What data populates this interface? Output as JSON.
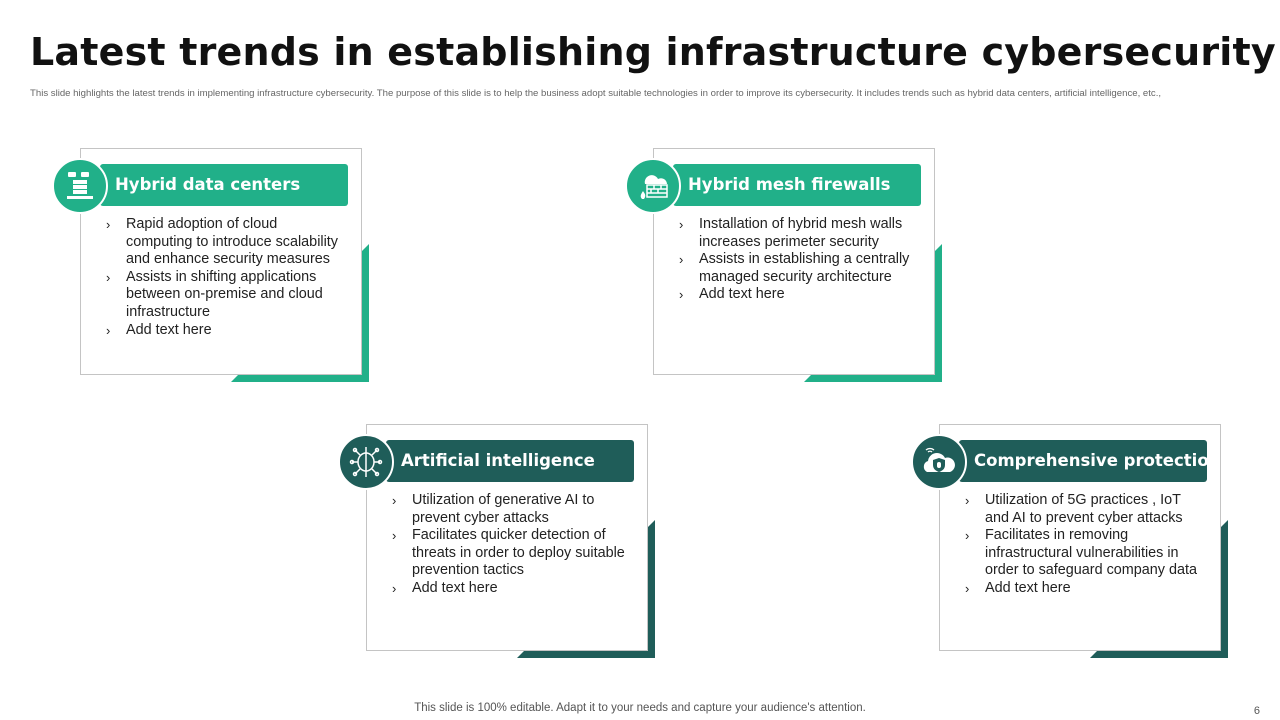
{
  "title": "Latest trends in establishing infrastructure cybersecurity",
  "subtitle": "This slide highlights the latest trends in implementing  infrastructure cybersecurity. The purpose of this slide is to help the business adopt suitable technologies in order to improve its cybersecurity. It includes trends such as hybrid data centers, artificial intelligence, etc.,",
  "colors": {
    "green": "#21B089",
    "teal": "#1F5D59"
  },
  "cards": [
    {
      "title": "Hybrid data centers",
      "icon": "data-center-icon",
      "bullets": [
        "Rapid adoption of cloud computing to introduce scalability and enhance security measures",
        "Assists in shifting applications between on-premise and cloud infrastructure",
        "Add text here"
      ]
    },
    {
      "title": "Hybrid mesh firewalls",
      "icon": "firewall-icon",
      "bullets": [
        "Installation of hybrid mesh walls increases perimeter security",
        "Assists in establishing a centrally managed security architecture",
        "Add text here"
      ]
    },
    {
      "title": "Artificial intelligence",
      "icon": "ai-brain-icon",
      "bullets": [
        "Utilization of generative AI to prevent cyber attacks",
        "Facilitates quicker detection of threats in order to deploy suitable prevention tactics",
        "Add text here"
      ]
    },
    {
      "title": "Comprehensive protection",
      "icon": "cloud-security-icon",
      "bullets": [
        "Utilization of 5G practices , IoT and AI to prevent cyber attacks",
        "Facilitates in removing infrastructural vulnerabilities in order to safeguard company data",
        "Add text here"
      ]
    }
  ],
  "footer": "This slide is 100% editable. Adapt it to your needs and capture your audience's attention.",
  "page_number": "6"
}
